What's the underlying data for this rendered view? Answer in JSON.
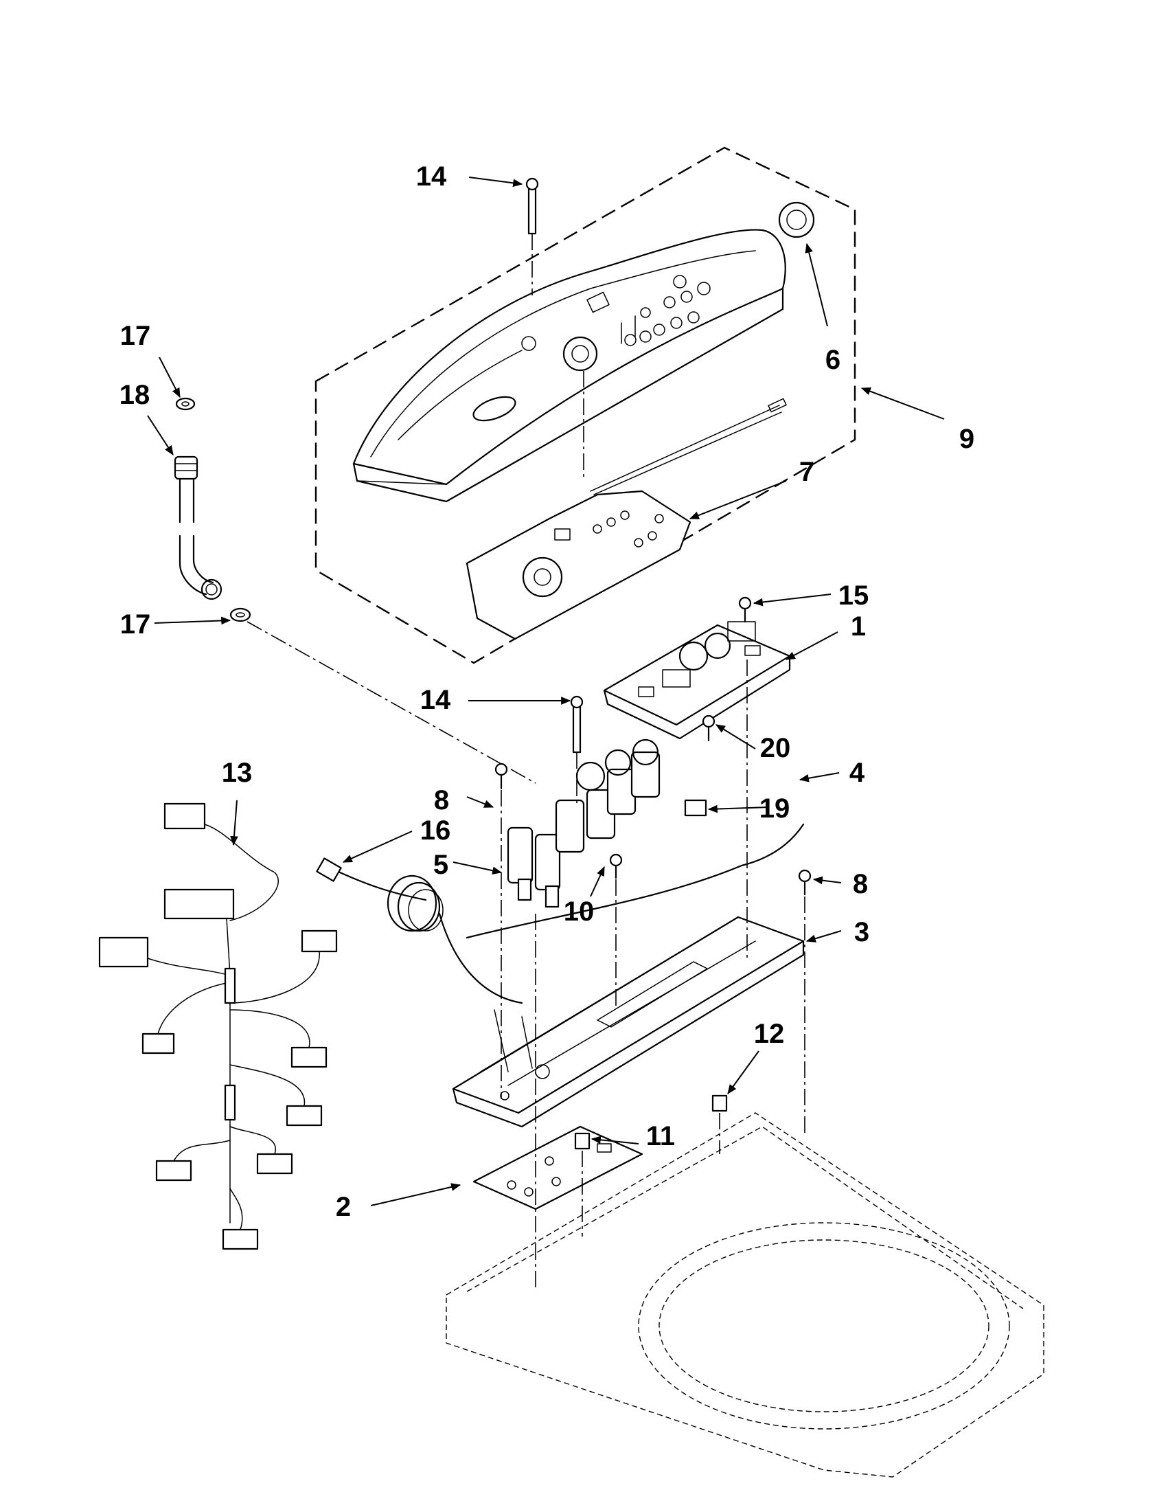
{
  "diagram": {
    "callouts": [
      {
        "id": "c14a",
        "label": "14"
      },
      {
        "id": "c17a",
        "label": "17"
      },
      {
        "id": "c18",
        "label": "18"
      },
      {
        "id": "c6",
        "label": "6"
      },
      {
        "id": "c9",
        "label": "9"
      },
      {
        "id": "c7",
        "label": "7"
      },
      {
        "id": "c17b",
        "label": "17"
      },
      {
        "id": "c15",
        "label": "15"
      },
      {
        "id": "c1",
        "label": "1"
      },
      {
        "id": "c14b",
        "label": "14"
      },
      {
        "id": "c13",
        "label": "13"
      },
      {
        "id": "c20",
        "label": "20"
      },
      {
        "id": "c4",
        "label": "4"
      },
      {
        "id": "c8a",
        "label": "8"
      },
      {
        "id": "c19",
        "label": "19"
      },
      {
        "id": "c16",
        "label": "16"
      },
      {
        "id": "c5",
        "label": "5"
      },
      {
        "id": "c10",
        "label": "10"
      },
      {
        "id": "c8b",
        "label": "8"
      },
      {
        "id": "c3",
        "label": "3"
      },
      {
        "id": "c12",
        "label": "12"
      },
      {
        "id": "c11",
        "label": "11"
      },
      {
        "id": "c2",
        "label": "2"
      }
    ]
  }
}
